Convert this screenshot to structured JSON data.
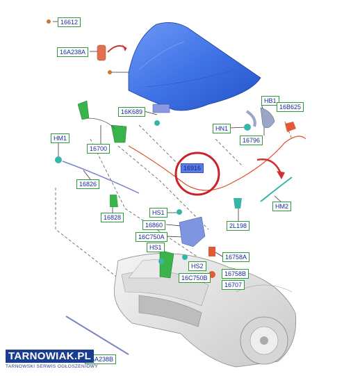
{
  "callouts": {
    "p16612": "16612",
    "p16A238A": "16A238A",
    "p16K689": "16K689",
    "pHB1": "HB1",
    "p16B625": "16B625",
    "pHN1": "HN1",
    "p16796": "16796",
    "pHM1": "HM1",
    "p16700": "16700",
    "p16916": "16916",
    "p16826": "16826",
    "pHM2": "HM2",
    "p16828": "16828",
    "pHS1a": "HS1",
    "p16860": "16860",
    "p2L198": "2L198",
    "p16C750A": "16C750A",
    "pHS1b": "HS1",
    "p16758A": "16758A",
    "pHS2": "HS2",
    "p16758B": "16758B",
    "p16C750B": "16C750B",
    "p16707": "16707",
    "p16A238B": "16A238B"
  },
  "watermark": {
    "brand": "TARNOWIAK.PL",
    "tagline": "TARNOWSKI SERWIS OGŁOSZENIOWY"
  },
  "colors": {
    "hood": "#3f73e6",
    "cable": "#e0502a",
    "highlight_circle": "#c8232a",
    "callout_border": "#2f9a3a",
    "watermark": "#1b3d8f"
  }
}
